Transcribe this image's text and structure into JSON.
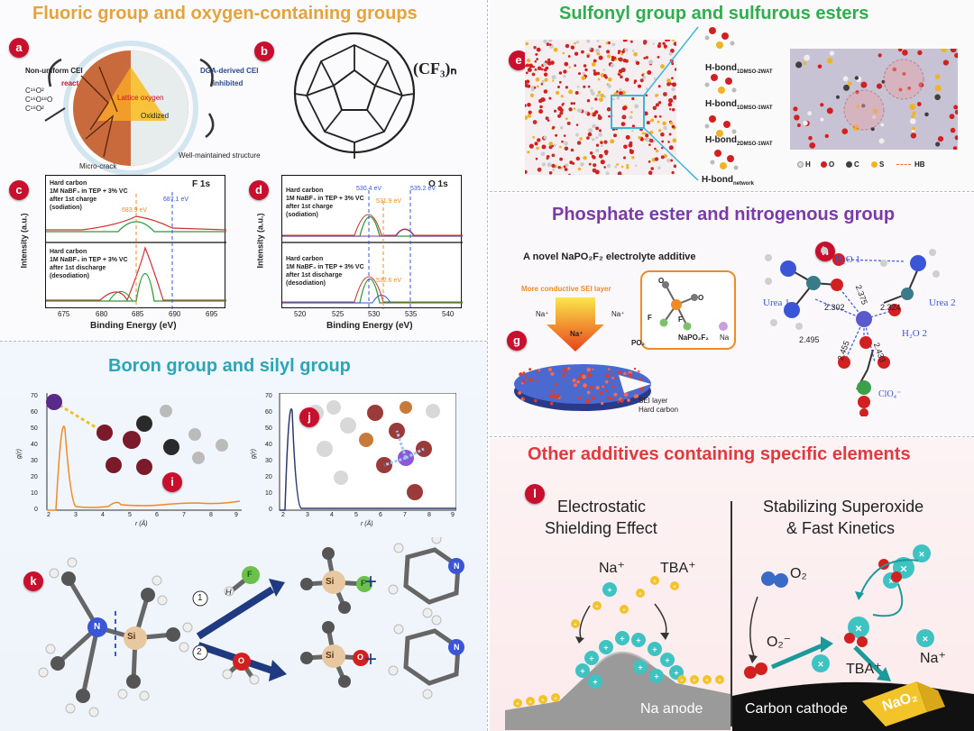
{
  "sections": {
    "fluoric": {
      "title": "Fluoric group and oxygen-containing groups",
      "color": "#e4a33b"
    },
    "sulfonyl": {
      "title": "Sulfonyl group and sulfurous esters",
      "color": "#2fae4f"
    },
    "phosphate": {
      "title": "Phosphate ester and nitrogenous group",
      "color": "#7a3aa8"
    },
    "boron": {
      "title": "Boron group and silyl group",
      "color": "#2aa6b6"
    },
    "other": {
      "title": "Other additives containing specific elements",
      "color": "#e03a3e"
    }
  },
  "panel_a": {
    "badge": "a",
    "left_label": "Non-uniform CEI",
    "right_label": "DGA-derived CEI",
    "react": "react",
    "inhibited": "inhibited",
    "oxidized": "Oxidized",
    "lattice_oxygen": "Lattice oxygen",
    "micro_crack": "Micro-crack",
    "well_maintained": "Well-maintained structure",
    "species": [
      "C¹⁶O²",
      "C¹⁶O¹⁸O",
      "C¹⁸O²"
    ]
  },
  "panel_b": {
    "badge": "b",
    "formula": "(CF₃)ₙ"
  },
  "panel_c": {
    "badge": "c",
    "element": "F 1s",
    "top_text": [
      "Hard carbon",
      "1M NaBF₄ in TEP + 3% VC",
      "after 1st charge",
      "(sodiation)"
    ],
    "bottom_text": [
      "Hard carbon",
      "1M NaBF₄ in TEP + 3% VC",
      "after 1st discharge",
      "(desodiation)"
    ],
    "peak1": "683.9 eV",
    "peak2": "687.1 eV",
    "ticks": [
      "675",
      "680",
      "685",
      "690",
      "695"
    ],
    "xlabel": "Binding Energy (eV)",
    "ylabel": "Intensity (a.u.)"
  },
  "panel_d": {
    "badge": "d",
    "element": "O 1s",
    "top_text": [
      "Hard carbon",
      "1M NaBF₄ in TEP + 3% VC",
      "after 1st charge",
      "(sodiation)"
    ],
    "bottom_text": [
      "Hard carbon",
      "1M NaBF₄ in TEP + 3% VC",
      "after 1st discharge",
      "(desodiation)"
    ],
    "peak1": "530.4 eV",
    "peak2": "531.9 eV",
    "peak3": "535.2 eV",
    "peak4": "532.6 eV",
    "ticks": [
      "520",
      "525",
      "530",
      "535",
      "540"
    ],
    "xlabel": "Binding Energy (eV)",
    "ylabel": "Intensity (a.u.)"
  },
  "panel_e": {
    "badge": "e",
    "hbond1": "H-bond",
    "hbond1_sub": "1DMSO-2WAT",
    "hbond2": "H-bond",
    "hbond2_sub": "1DMSO-1WAT",
    "hbond3": "H-bond",
    "hbond3_sub": "2DMSO-1WAT",
    "hbond4": "H-bond",
    "hbond4_sub": "network"
  },
  "panel_f": {
    "badge": "f",
    "legend": [
      {
        "label": "H",
        "color": "#dddddd"
      },
      {
        "label": "O",
        "color": "#d22020"
      },
      {
        "label": "C",
        "color": "#404040"
      },
      {
        "label": "S",
        "color": "#f0b323"
      },
      {
        "label": "HB",
        "color": "#e8742a"
      }
    ]
  },
  "panel_g": {
    "badge": "g",
    "title": "A novel NaPO₂F₂ electrolyte additive",
    "sei_label": "More conductive SEI layer",
    "na": "Na⁺",
    "po2": "PO₂",
    "napo2f2": "NaPO₂F₂",
    "o_label": "O",
    "f_label": "F",
    "na_atom": "Na",
    "layer1": "SEI layer",
    "layer2": "Hard carbon"
  },
  "panel_h": {
    "badge": "h",
    "h2o1": "H₂O 1",
    "h2o2": "H₂O 2",
    "urea1": "Urea 1",
    "urea2": "Urea 2",
    "clo4": "ClO₄⁻",
    "distances": [
      "2.375",
      "2.302",
      "2.324",
      "2.495",
      "2.455",
      "2.433"
    ]
  },
  "panel_i": {
    "badge": "i",
    "yticks": [
      "0",
      "10",
      "20",
      "30",
      "40",
      "50",
      "60",
      "70"
    ],
    "xticks": [
      "2",
      "3",
      "4",
      "5",
      "6",
      "7",
      "8",
      "9"
    ],
    "xlabel": "r (Å)",
    "ylabel": "g(r)"
  },
  "panel_j": {
    "badge": "j",
    "yticks": [
      "0",
      "10",
      "20",
      "30",
      "40",
      "50",
      "60",
      "70"
    ],
    "xticks": [
      "2",
      "3",
      "4",
      "5",
      "6",
      "7",
      "8",
      "9"
    ],
    "xlabel": "r (Å)",
    "ylabel": "g(r)"
  },
  "panel_k": {
    "badge": "k",
    "si": "Si",
    "n": "N",
    "h": "H",
    "f": "F",
    "o": "O",
    "step1": "1",
    "step2": "2",
    "plus": "+"
  },
  "panel_l": {
    "badge": "l",
    "left_title": [
      "Electrostatic",
      "Shielding Effect"
    ],
    "right_title": [
      "Stabilizing Superoxide",
      "& Fast Kinetics"
    ],
    "na_plus": "Na⁺",
    "tba_plus": "TBA⁺",
    "o2": "O₂",
    "o2_minus": "O₂⁻",
    "tba_plus2": "TBA⁺",
    "na_plus2": "Na⁺",
    "nao2": "NaO₂",
    "anode": "Na anode",
    "cathode": "Carbon cathode"
  }
}
